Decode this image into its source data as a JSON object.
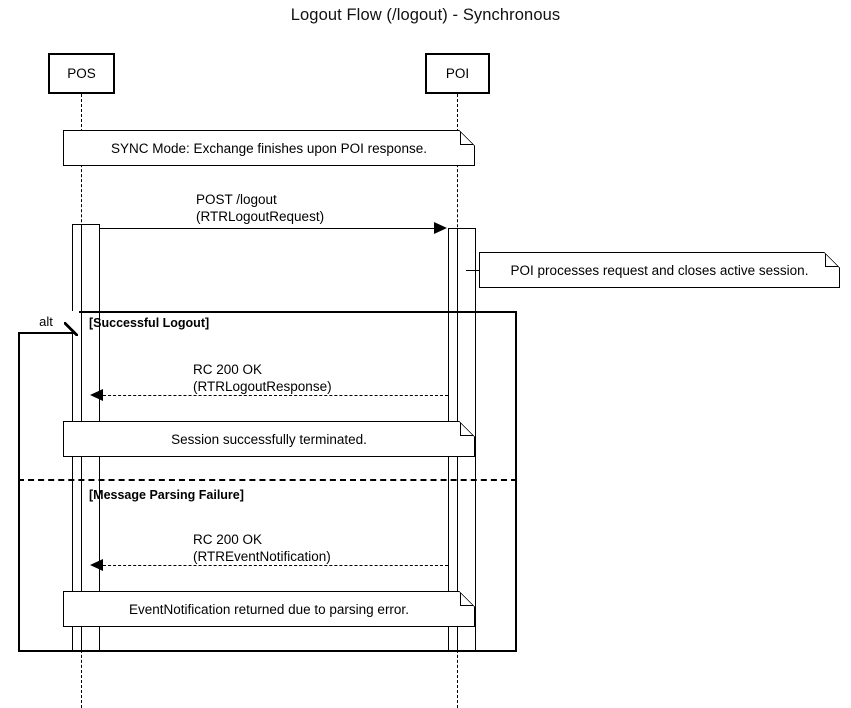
{
  "diagram": {
    "title": "Logout Flow (/logout) - Synchronous",
    "type": "uml-sequence-diagram",
    "participants": [
      {
        "id": "pos",
        "label": "POS"
      },
      {
        "id": "poi",
        "label": "POI"
      }
    ],
    "notes": [
      {
        "id": "note-sync-mode",
        "text": "SYNC Mode: Exchange finishes upon POI response."
      },
      {
        "id": "note-poi-processing",
        "text": "POI processes request and closes active session."
      },
      {
        "id": "note-session-terminated",
        "text": "Session successfully terminated."
      },
      {
        "id": "note-event-notification",
        "text": "EventNotification returned due to parsing error."
      }
    ],
    "messages": [
      {
        "id": "msg-post-logout",
        "from": "pos",
        "to": "poi",
        "style": "solid",
        "direction": "right",
        "line1": "POST /logout",
        "line2": "(RTRLogoutRequest)"
      },
      {
        "id": "msg-logout-response",
        "from": "poi",
        "to": "pos",
        "style": "dashed",
        "direction": "left",
        "line1": "RC 200 OK",
        "line2": "(RTRLogoutResponse)"
      },
      {
        "id": "msg-event-notification",
        "from": "poi",
        "to": "pos",
        "style": "dashed",
        "direction": "left",
        "line1": "RC 200 OK",
        "line2": "(RTREventNotification)"
      }
    ],
    "fragment": {
      "operator": "alt",
      "guards": [
        "[Successful Logout]",
        "[Message Parsing Failure]"
      ]
    },
    "colors": {
      "stroke": "#000000",
      "background": "#ffffff",
      "text": "#000000"
    }
  }
}
